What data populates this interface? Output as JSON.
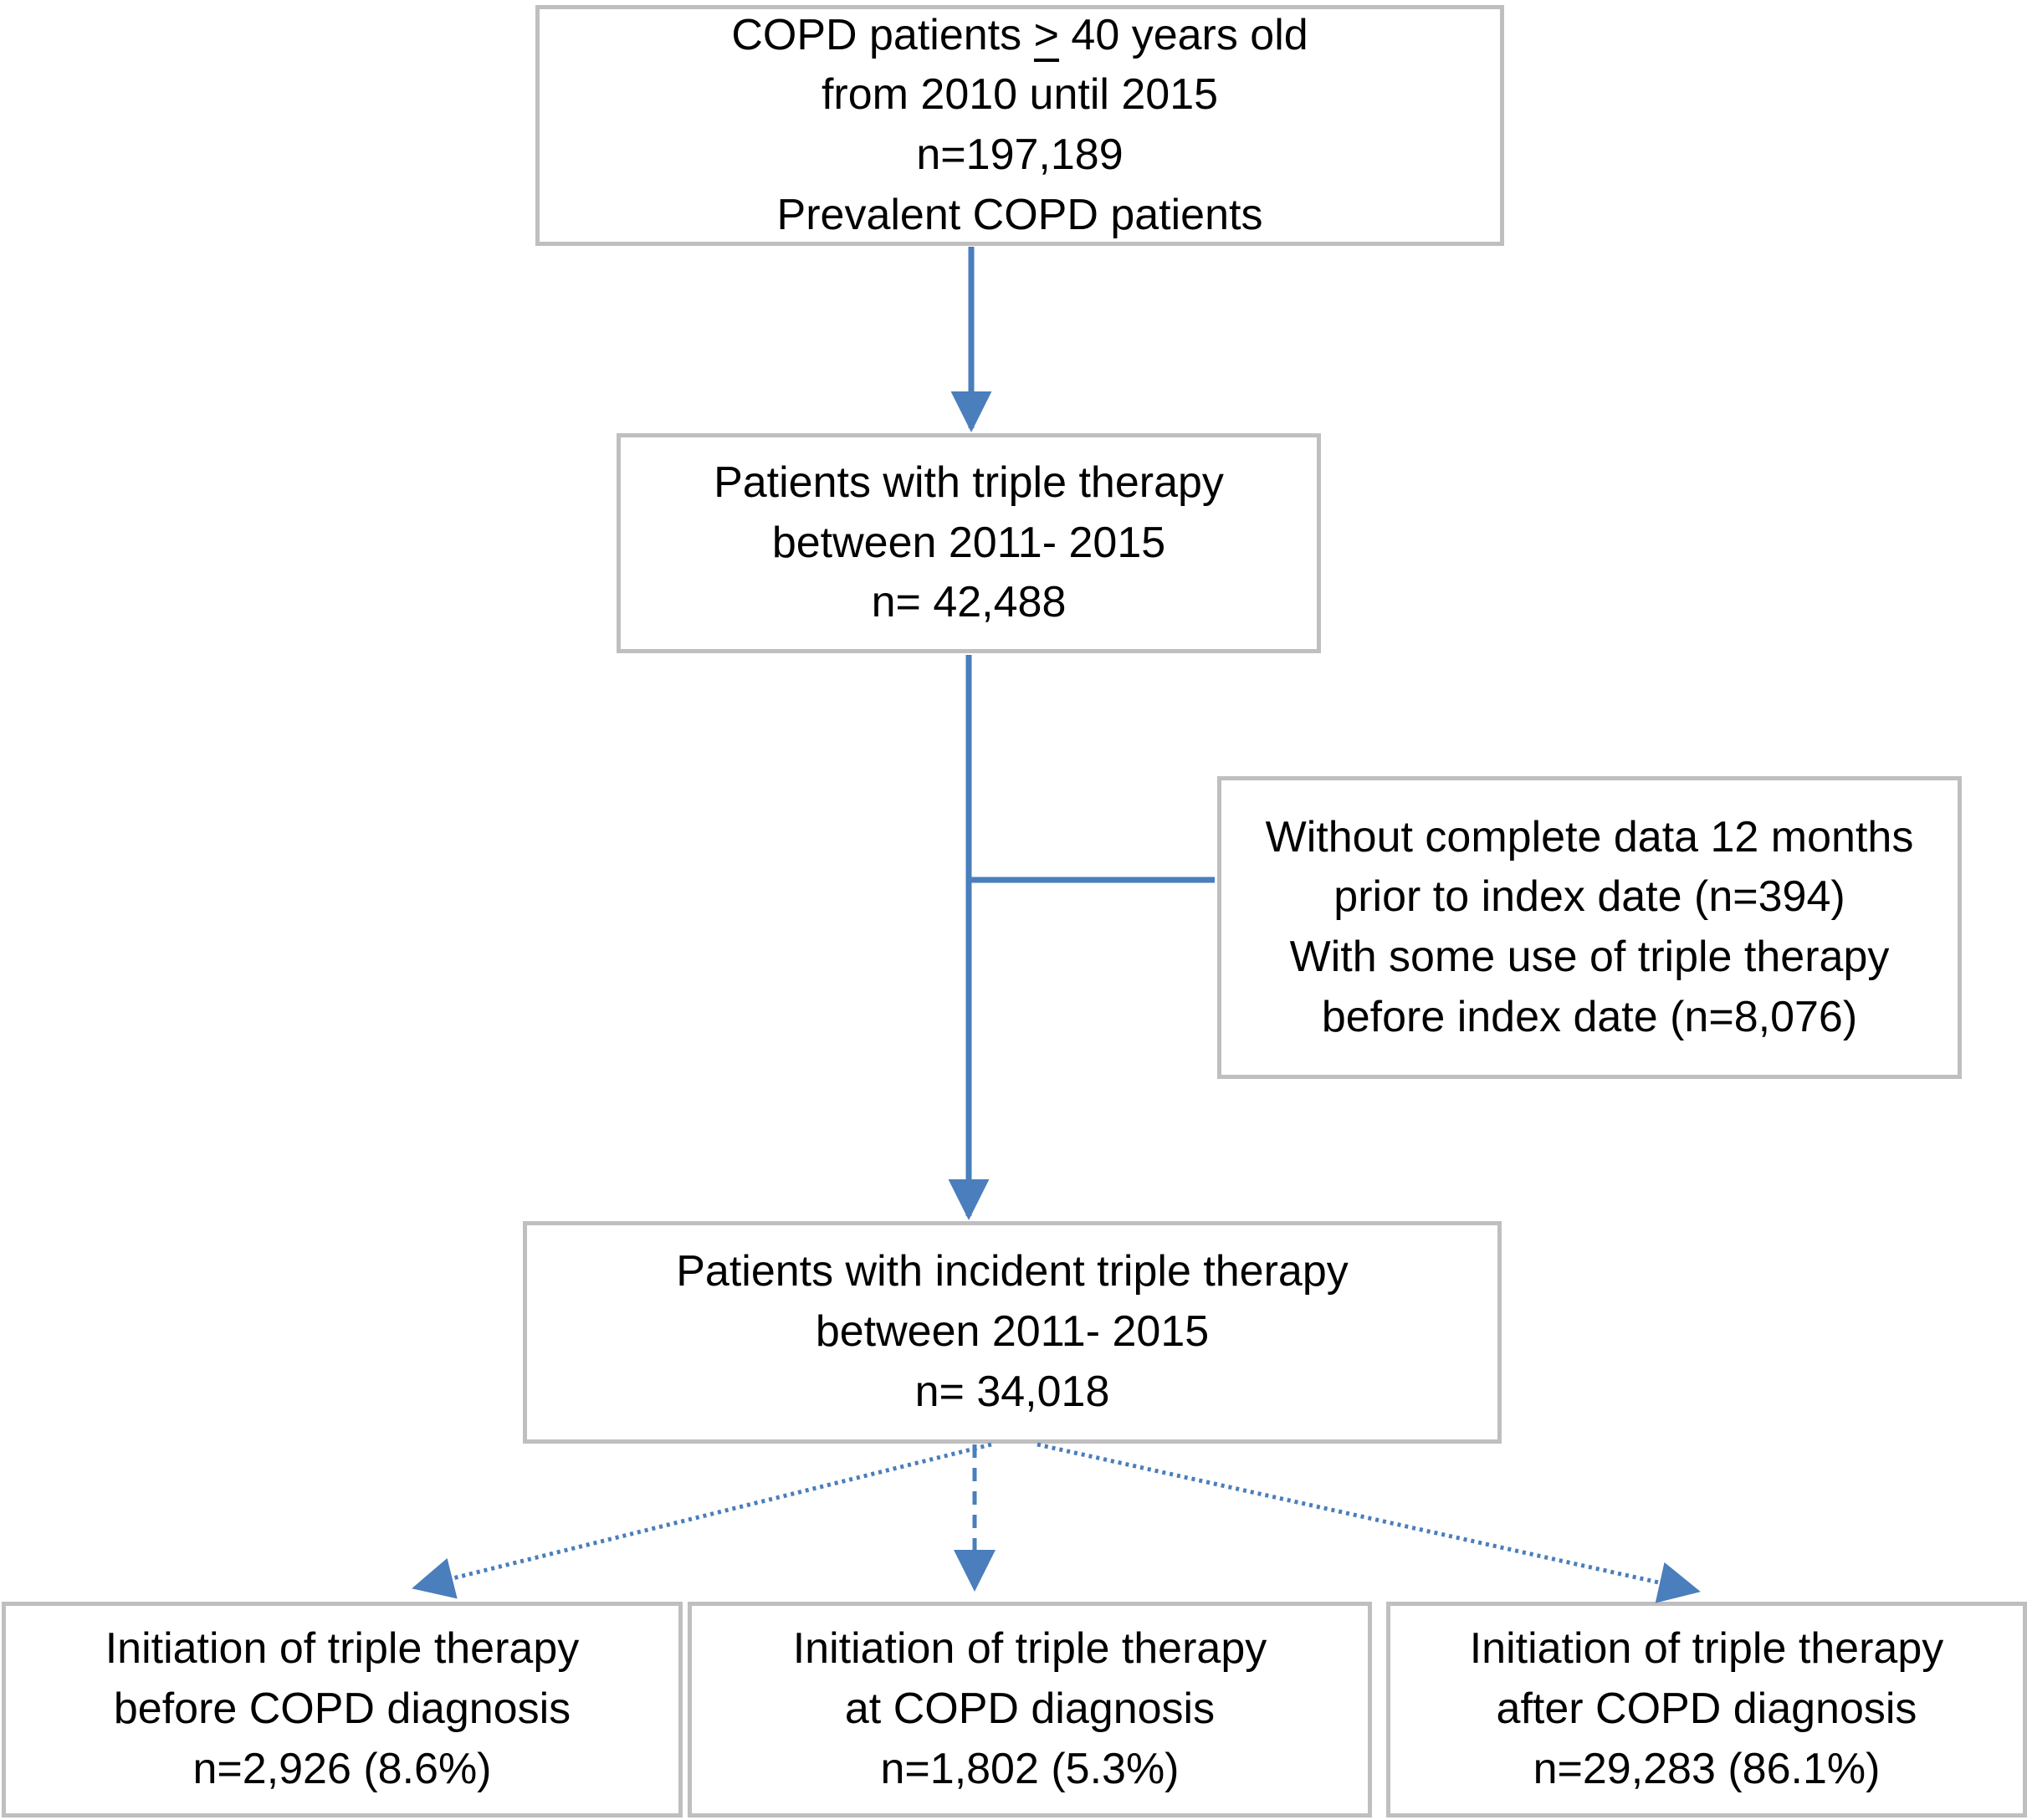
{
  "palette": {
    "arrow_blue": "#4a7ebc",
    "box_border_gray": "#bfbfbf",
    "text_black": "#000000",
    "background": "#ffffff"
  },
  "diagram": {
    "prevalent_box": {
      "line1_prefix": "COPD patients ",
      "line1_symbol": ">",
      "line1_suffix": " 40 years old",
      "line2": "from 2010 until 2015",
      "line3": "n=197,189",
      "line4": "Prevalent COPD patients"
    },
    "triple_therapy_box": {
      "line1": "Patients with triple therapy",
      "line2": "between 2011- 2015",
      "line3": "n= 42,488"
    },
    "exclusion_box": {
      "line1": "Without complete data 12 months",
      "line2": "prior to index date (n=394)",
      "line3": "With some use of triple therapy",
      "line4": "before index date (n=8,076)"
    },
    "incident_box": {
      "line1": "Patients with incident triple therapy",
      "line2": "between 2011- 2015",
      "line3": "n= 34,018"
    },
    "outcome_before_box": {
      "line1": "Initiation of triple therapy",
      "line2": "before COPD diagnosis",
      "line3": "n=2,926 (8.6%)"
    },
    "outcome_at_box": {
      "line1": "Initiation of triple therapy",
      "line2": "at COPD diagnosis",
      "line3": "n=1,802 (5.3%)"
    },
    "outcome_after_box": {
      "line1": "Initiation of triple therapy",
      "line2": "after COPD diagnosis",
      "line3": "n=29,283 (86.1%)"
    }
  }
}
